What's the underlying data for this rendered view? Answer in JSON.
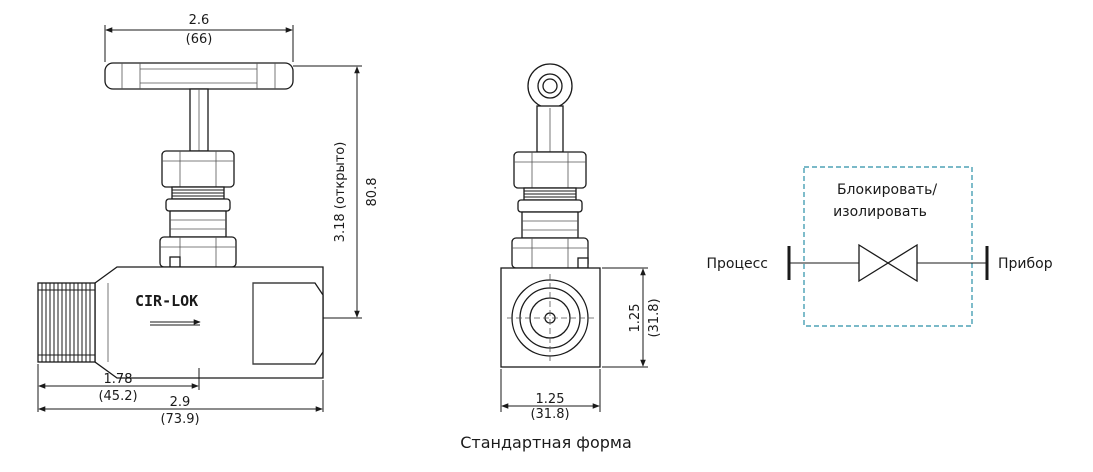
{
  "caption": "Стандартная форма",
  "logo_text": "CIR-LOK",
  "front_view": {
    "handle_width": {
      "inch": "2.6",
      "mm": "(66)"
    },
    "height_open": {
      "inch": "3.18 (открыто)",
      "mm": "80.8"
    },
    "inlet_length": {
      "inch": "1.78",
      "mm": "(45.2)"
    },
    "total_length": {
      "inch": "2.9",
      "mm": "(73.9)"
    }
  },
  "side_view": {
    "body_height": {
      "inch": "1.25",
      "mm": "(31.8)"
    },
    "body_width": {
      "inch": "1.25",
      "mm": "(31.8)"
    }
  },
  "schematic": {
    "label_left": "Процесс",
    "label_right": "Прибор",
    "box_line1": "Блокировать/",
    "box_line2": "изолировать",
    "border_color": "#2a8fa8"
  }
}
